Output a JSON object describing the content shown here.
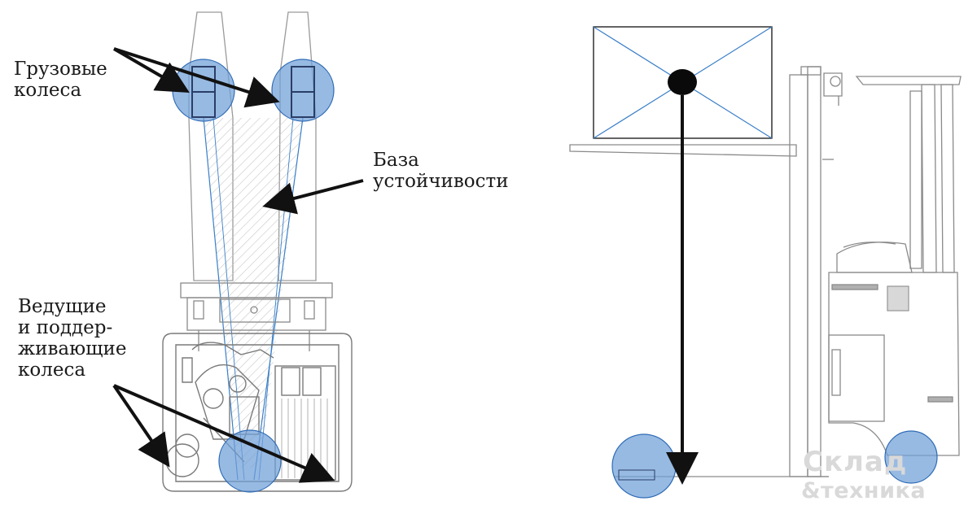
{
  "labels": {
    "load_wheels": [
      "Грузовые",
      "колеса"
    ],
    "stability_base": [
      "База",
      "устойчивости"
    ],
    "drive_wheels": [
      "Ведущие",
      "и поддер-",
      "живающие",
      "колеса"
    ]
  },
  "watermark": {
    "line1": "Склад",
    "line2": "&техника"
  },
  "colors": {
    "wheel_fill": "#6f9fd8",
    "wheel_stroke": "#2f6bb5",
    "line_blue": "#3a7fc8",
    "machine_line": "#9a9a9a",
    "arrow": "#111111",
    "watermark": "#d9d9d9"
  }
}
